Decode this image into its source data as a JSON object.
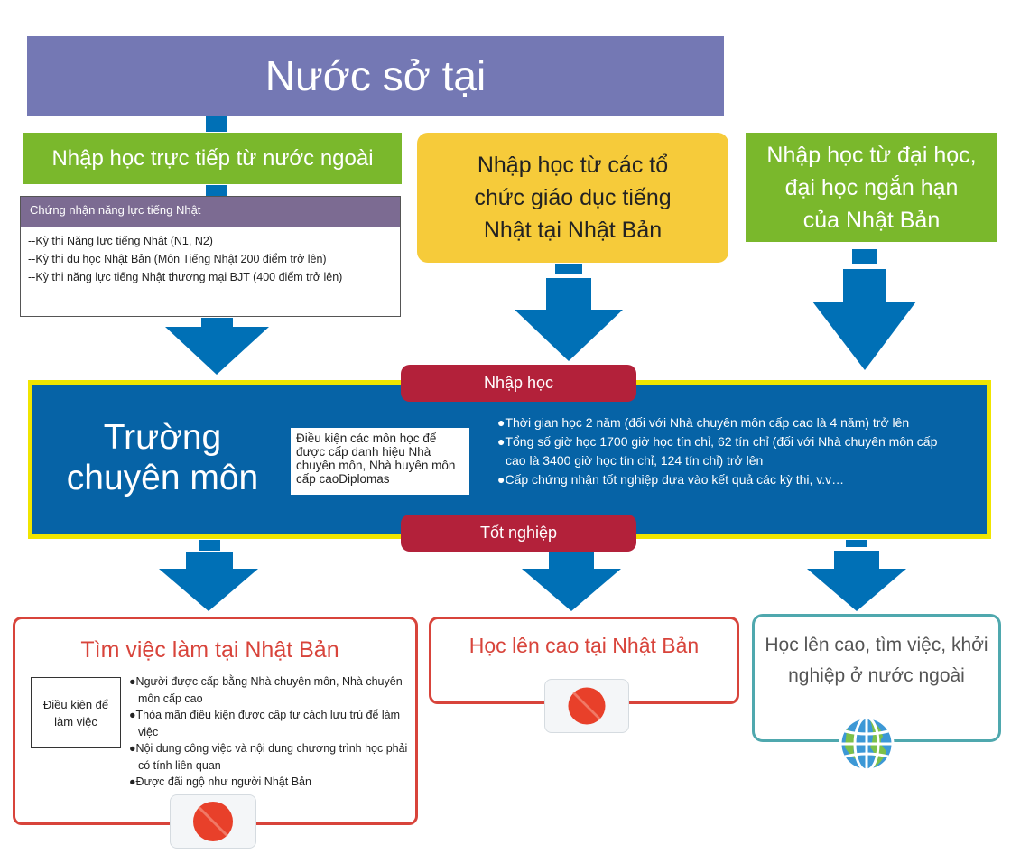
{
  "header": {
    "title": "Nước sở tại"
  },
  "entry_routes": {
    "overseas": "Nhập học trực tiếp từ nước ngoài",
    "japanese_school": "Nhập học từ các tổ chức giáo dục tiếng Nhật tại Nhật Bản",
    "university": "Nhập học từ đại học, đại học ngắn hạn của Nhật Bản"
  },
  "certification": {
    "heading": "Chứng nhận năng lực tiếng Nhật",
    "items": [
      "--Kỳ thi Năng lực tiếng Nhật (N1, N2)",
      "--Kỳ thi du học Nhật Bản (Môn Tiếng Nhật 200 điểm trở lên)",
      "--Kỳ thi năng lực tiếng Nhật thương mại BJT (400 điểm trở lên)"
    ]
  },
  "school": {
    "admission_label": "Nhập học",
    "title": "Trường chuyên môn",
    "conditions_label": "Điều kiện các môn học để được cấp danh hiệu Nhà chuyên môn, Nhà huyên môn cấp caoDiplomas",
    "requirements": [
      "●Thời gian học 2 năm (đối với Nhà chuyên môn cấp cao là 4 năm) trở lên",
      "●Tổng số giờ học 1700 giờ học tín chỉ, 62 tín chỉ (đối với Nhà chuyên môn cấp cao là 3400 giờ học tín chỉ, 124 tín chỉ) trở lên",
      "●Cấp chứng nhận tốt nghiệp dựa vào kết quả các kỳ thi, v.v…"
    ],
    "graduation_label": "Tốt nghiệp"
  },
  "outcomes": {
    "work": {
      "title": "Tìm việc làm tại Nhật Bản",
      "conditions_label": "Điều kiện để làm việc",
      "conditions": [
        "●Người được cấp bằng Nhà chuyên môn, Nhà chuyên môn cấp cao",
        "●Thỏa mãn điều kiện được cấp tư cách lưu trú để làm việc",
        "●Nội dung công việc và nội dung chương trình học phải có tính liên quan",
        "●Được đãi ngộ như người Nhật Bản"
      ],
      "icon": "japan-flag-icon"
    },
    "study": {
      "title": "Học lên cao tại Nhật Bản",
      "icon": "japan-flag-icon"
    },
    "abroad": {
      "title": "Học lên cao, tìm việc, khởi nghiệp ở nước ngoài",
      "icon": "globe-icon"
    }
  },
  "colors": {
    "header": "#7478b4",
    "route_green": "#7ab82c",
    "route_yellow": "#f6cb3a",
    "school_blue": "#0663a6",
    "school_border": "#f0e500",
    "pill": "#b3213a",
    "outcome_red": "#d8443b",
    "outcome_teal": "#4fa8ae",
    "flag_red": "#e8402a"
  }
}
